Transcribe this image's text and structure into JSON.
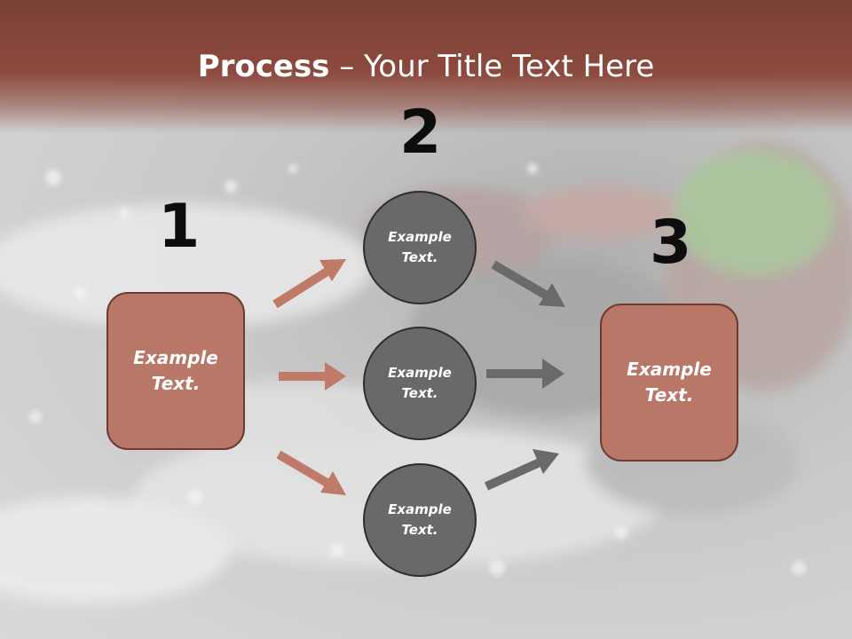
{
  "title": {
    "bold": "Process",
    "rest": " – Your Title Text Here"
  },
  "steps": [
    {
      "number": "1",
      "box": {
        "line1": "Example",
        "line2": "Text."
      }
    },
    {
      "number": "2",
      "circles": [
        {
          "line1": "Example",
          "line2": "Text."
        },
        {
          "line1": "Example",
          "line2": "Text."
        },
        {
          "line1": "Example",
          "line2": "Text."
        }
      ]
    },
    {
      "number": "3",
      "box": {
        "line1": "Example",
        "line2": "Text."
      }
    }
  ],
  "colors": {
    "band": "#8d4a3e",
    "box_fill": "#b97768",
    "circle_fill": "#696969",
    "arrow_left": "#c07a68",
    "arrow_right": "#6a6a6a"
  }
}
